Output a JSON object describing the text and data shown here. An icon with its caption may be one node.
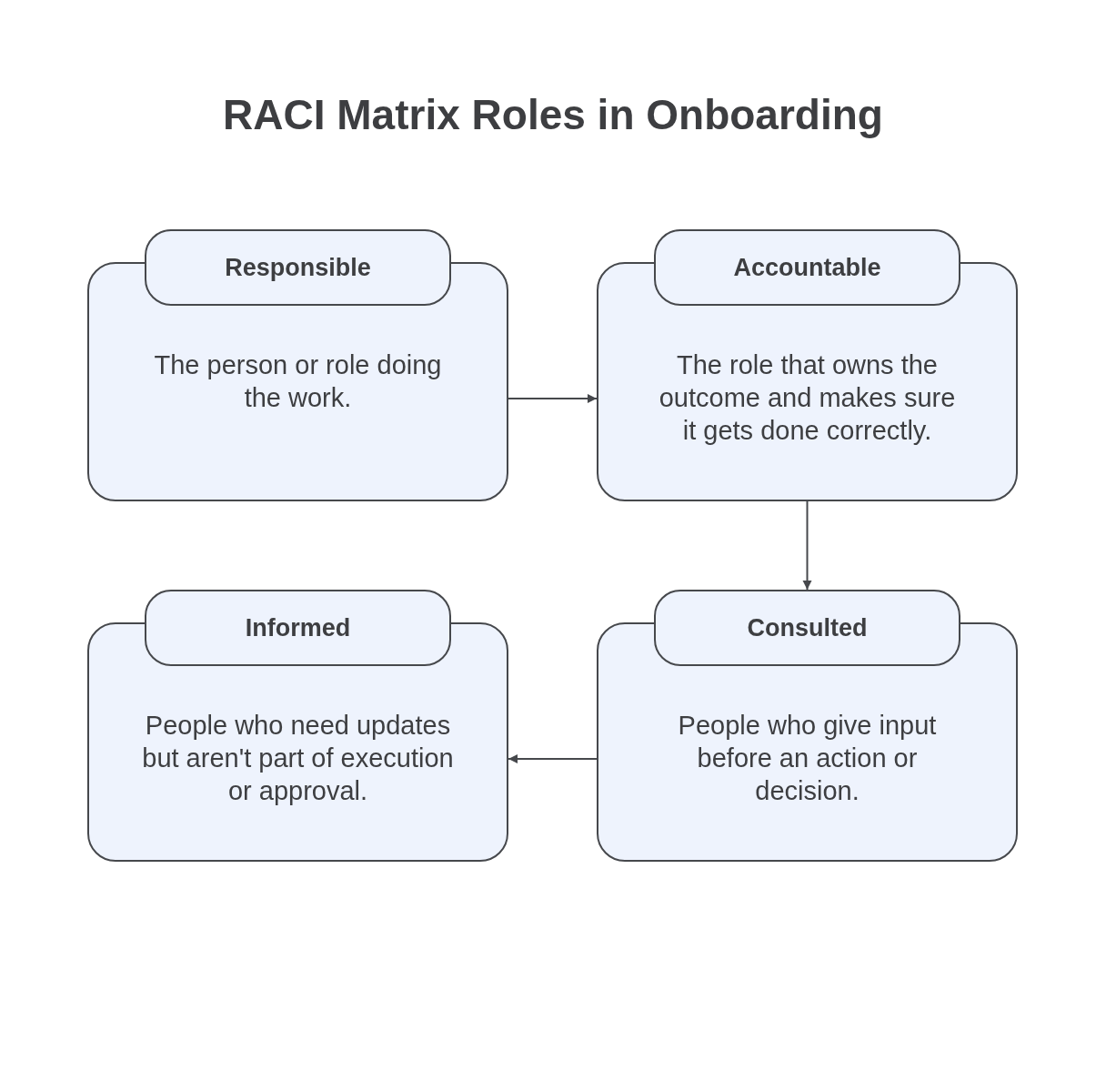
{
  "diagram": {
    "title": "RACI Matrix Roles in Onboarding",
    "nodes": [
      {
        "text": [
          "Responsible",
          "The person or role doing the work."
        ]
      },
      {
        "text": [
          "Accountable",
          "The role that owns the outcome and makes sure it gets done correctly."
        ]
      },
      {
        "text": [
          "Informed",
          "People who need updates but aren't part of execution or approval."
        ]
      },
      {
        "text": [
          "Consulted",
          "People who give input before an action or decision."
        ]
      }
    ],
    "edges": [
      {
        "from": 0,
        "to": 1,
        "arrow": "to"
      },
      {
        "from": 1,
        "to": 3,
        "arrow": "to"
      },
      {
        "from": 3,
        "to": 2,
        "arrow": "to"
      }
    ]
  }
}
